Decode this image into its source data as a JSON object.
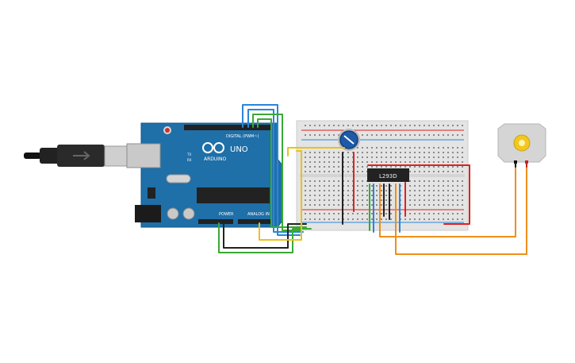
{
  "arduino": {
    "brand_text": "ARDUINO",
    "model_text": "UNO",
    "digital_label": "DIGITAL (PWM~)",
    "power_label": "POWER",
    "analog_label": "ANALOG IN",
    "tx_label": "TX",
    "rx_label": "RX"
  },
  "ic": {
    "label": "L293D"
  },
  "colors": {
    "board": "#1f6fa8",
    "breadboard": "#e4e4e4",
    "wire_red": "#e02020",
    "wire_black": "#222222",
    "wire_blue": "#2a86d8",
    "wire_green": "#3aa935",
    "wire_yellow": "#e8c21a",
    "wire_orange": "#ef8f1a",
    "motor_body": "#d5d5d5",
    "motor_shaft": "#f2c81e",
    "potentiometer": "#1d5aa8"
  }
}
